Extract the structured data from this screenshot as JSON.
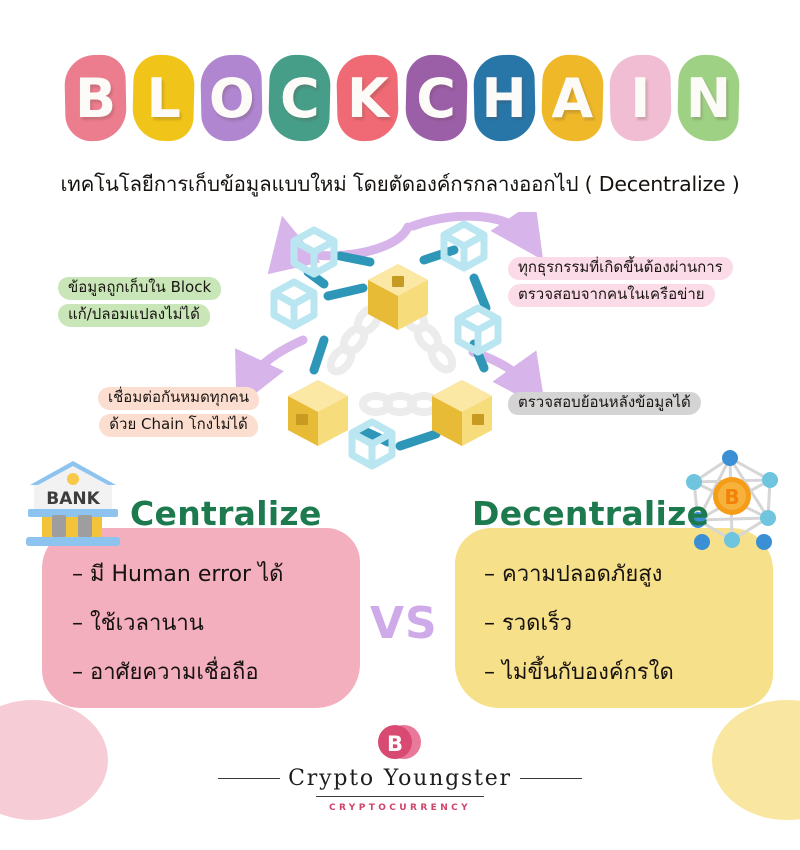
{
  "title": {
    "text": "BLOCKCHAIN",
    "letters": [
      {
        "char": "B",
        "color": "#ec7d8f"
      },
      {
        "char": "L",
        "color": "#f0c419"
      },
      {
        "char": "O",
        "color": "#b086d0"
      },
      {
        "char": "C",
        "color": "#479e88"
      },
      {
        "char": "K",
        "color": "#ef6a74"
      },
      {
        "char": "C",
        "color": "#9b5fa8"
      },
      {
        "char": "H",
        "color": "#2876a8"
      },
      {
        "char": "A",
        "color": "#eeb829"
      },
      {
        "char": "I",
        "color": "#f0bdd2"
      },
      {
        "char": "N",
        "color": "#9fd185"
      }
    ]
  },
  "subtitle": "เทคโนโลยีการเก็บข้อมูลแบบใหม่ โดยตัดองค์กรกลางออกไป ( Decentralize )",
  "callouts": {
    "block": {
      "name": "data-stored-in-block",
      "highlight_color": "#c8e6b8",
      "lines": [
        "ข้อมูลถูกเก็บใน Block",
        "แก้/ปลอมแปลงไม่ได้"
      ]
    },
    "verify": {
      "name": "transactions-verified-by-network",
      "highlight_color": "#fbdbe7",
      "lines": [
        "ทุกธุรกรรมที่เกิดขึ้นต้องผ่านการ",
        "ตรวจสอบจากคนในเครือข่าย"
      ]
    },
    "chain": {
      "name": "everyone-connected-by-chain",
      "highlight_color": "#fbded0",
      "lines": [
        "เชื่อมต่อกันหมดทุกคน",
        "ด้วย Chain โกงไม่ได้"
      ]
    },
    "audit": {
      "name": "data-auditable-retroactively",
      "highlight_color": "#d4d4d4",
      "lines": [
        "ตรวจสอบย้อนหลังข้อมูลได้"
      ]
    }
  },
  "diagram": {
    "yellow_cube_color": "#f5d04e",
    "blue_cube_color": "#b9e6f0",
    "connector_color": "#2e97b8",
    "arrow_color": "#d7b5ea",
    "chain_color": "#ececec"
  },
  "compare": {
    "vs_label": "VS",
    "vs_color": "#cfaae9",
    "heading_color": "#1d7a4e",
    "left": {
      "heading": "Centralize",
      "icon": "bank-icon",
      "blob_color": "#f4afbf",
      "bullets": [
        "– มี Human error ได้",
        "– ใช้เวลานาน",
        "– อาศัยความเชื่อถือ"
      ]
    },
    "right": {
      "heading": "Decentralize",
      "icon": "network-nodes-bitcoin-icon",
      "blob_color": "#f7e08a",
      "bullets": [
        "– ความปลอดภัยสูง",
        "– รวดเร็ว",
        "– ไม่ขึ้นกับองค์กรใด"
      ]
    }
  },
  "bank_icon": {
    "label": "BANK",
    "roof_color": "#8cc3ef",
    "body_color": "#f2f2f2"
  },
  "footer": {
    "brand": "Crypto Youngster",
    "tagline": "CRYPTOCURRENCY",
    "bitcoin_symbol": "B",
    "logo_color": "#d94a72",
    "tagline_color": "#d1446a"
  }
}
